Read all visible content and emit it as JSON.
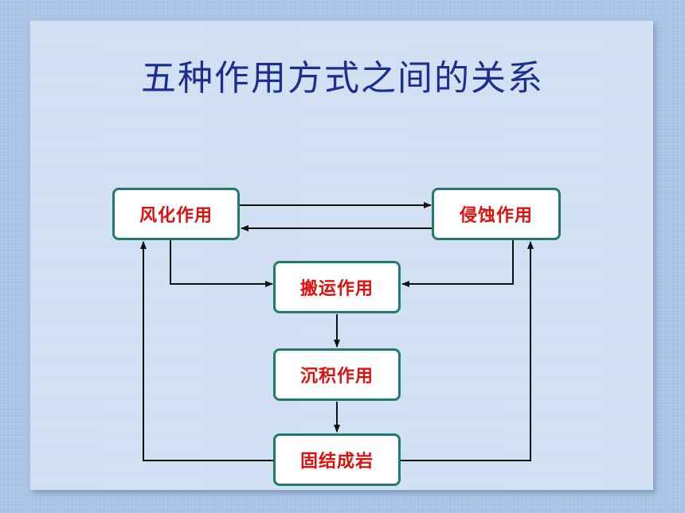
{
  "title": "五种作用方式之间的关系",
  "nodes": {
    "weathering": "风化作用",
    "erosion": "侵蚀作用",
    "transport": "搬运作用",
    "deposition": "沉积作用",
    "lithification": "固结成岩"
  },
  "colors": {
    "title": "#1d2f8c",
    "node_text": "#e0100e",
    "node_border": "#217a6e",
    "arrow": "#111111"
  }
}
